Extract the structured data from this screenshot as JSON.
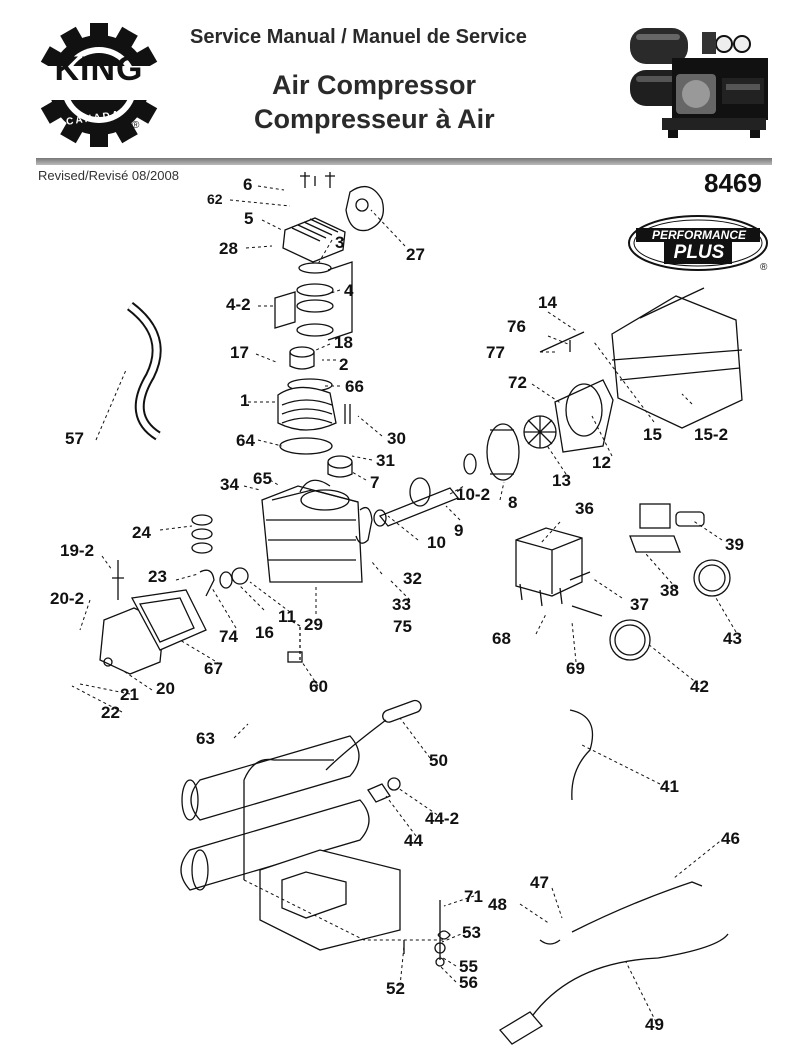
{
  "header": {
    "brand": "KING",
    "brand_sub": "CANADA",
    "registered": "®",
    "manual_title": "Service Manual / Manuel de Service",
    "product_en": "Air Compressor",
    "product_fr": "Compresseur à Air",
    "revised": "Revised/Revisé 08/2008",
    "model": "8469",
    "badge_top": "PERFORMANCE",
    "badge_bottom": "PLUS",
    "badge_reg": "®"
  },
  "part_labels": [
    "6",
    "62",
    "5",
    "28",
    "3",
    "27",
    "4-2",
    "4",
    "17",
    "18",
    "2",
    "66",
    "1",
    "30",
    "64",
    "31",
    "7",
    "34",
    "65",
    "24",
    "10-2",
    "8",
    "9",
    "10",
    "19-2",
    "23",
    "32",
    "33",
    "75",
    "20-2",
    "74",
    "11",
    "16",
    "29",
    "67",
    "60",
    "20",
    "21",
    "22",
    "14",
    "76",
    "77",
    "72",
    "13",
    "12",
    "15",
    "15-2",
    "36",
    "39",
    "37",
    "38",
    "68",
    "69",
    "42",
    "43",
    "57",
    "63",
    "50",
    "41",
    "44-2",
    "44",
    "46",
    "47",
    "48",
    "71",
    "53",
    "55",
    "56",
    "52",
    "49"
  ],
  "colors": {
    "ink": "#111111",
    "gear": "#111111",
    "rule": "#888888"
  }
}
